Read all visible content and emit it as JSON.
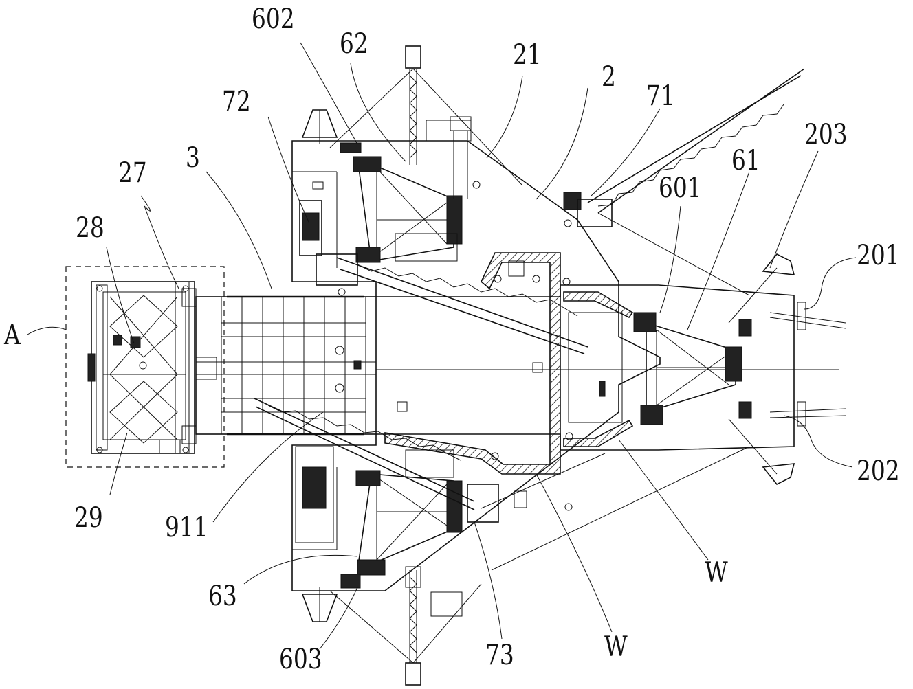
{
  "figure": {
    "labels": {
      "l602": "602",
      "l62": "62",
      "l21": "21",
      "l2": "2",
      "l71": "71",
      "l72": "72",
      "l27": "27",
      "l3": "3",
      "l28": "28",
      "l601": "601",
      "l61": "61",
      "l203": "203",
      "l201": "201",
      "lA": "A",
      "l29": "29",
      "l911": "911",
      "l63": "63",
      "l603": "603",
      "l73": "73",
      "lW1": "W",
      "lW2": "W",
      "l202": "202"
    }
  }
}
